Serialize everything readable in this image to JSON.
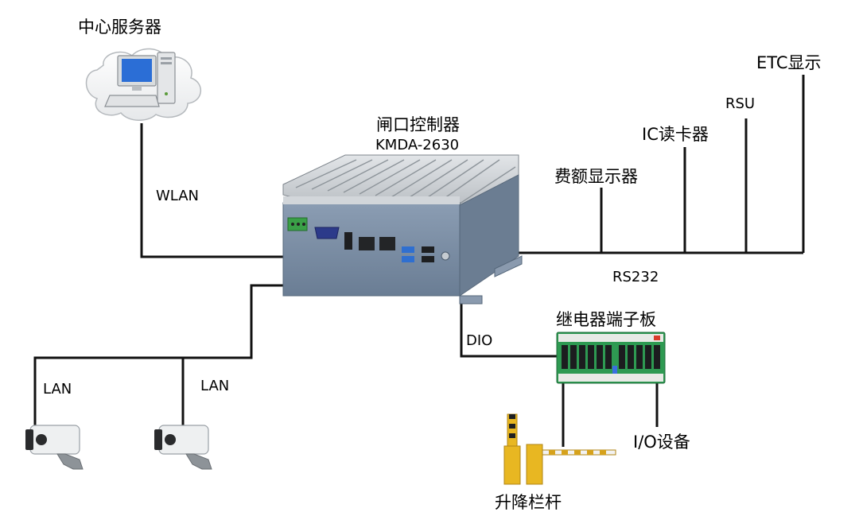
{
  "labels": {
    "server": "中心服务器",
    "wlan": "WLAN",
    "controller_name": "闸口控制器",
    "controller_model": "KMDA-2630",
    "fee_display": "费额显示器",
    "ic_reader": "IC读卡器",
    "rsu": "RSU",
    "etc_display": "ETC显示",
    "rs232": "RS232",
    "relay_board": "继电器端子板",
    "dio": "DIO",
    "lan_left": "LAN",
    "lan_right": "LAN",
    "io_device": "I/O设备",
    "barrier_gate": "升降栏杆"
  },
  "icons": {
    "server": "server-computer-icon",
    "controller": "fanless-box-pc-icon",
    "relay_board": "relay-terminal-board-icon",
    "camera": "security-camera-icon",
    "barrier": "barrier-gate-icon"
  },
  "colors": {
    "wire": "#111111",
    "controller_body": "#7a8ea5",
    "controller_fins": "#c8cdd1",
    "relay_board": "#2e9a52",
    "barrier_yellow": "#e8b722",
    "connector_green": "#3aa047"
  }
}
